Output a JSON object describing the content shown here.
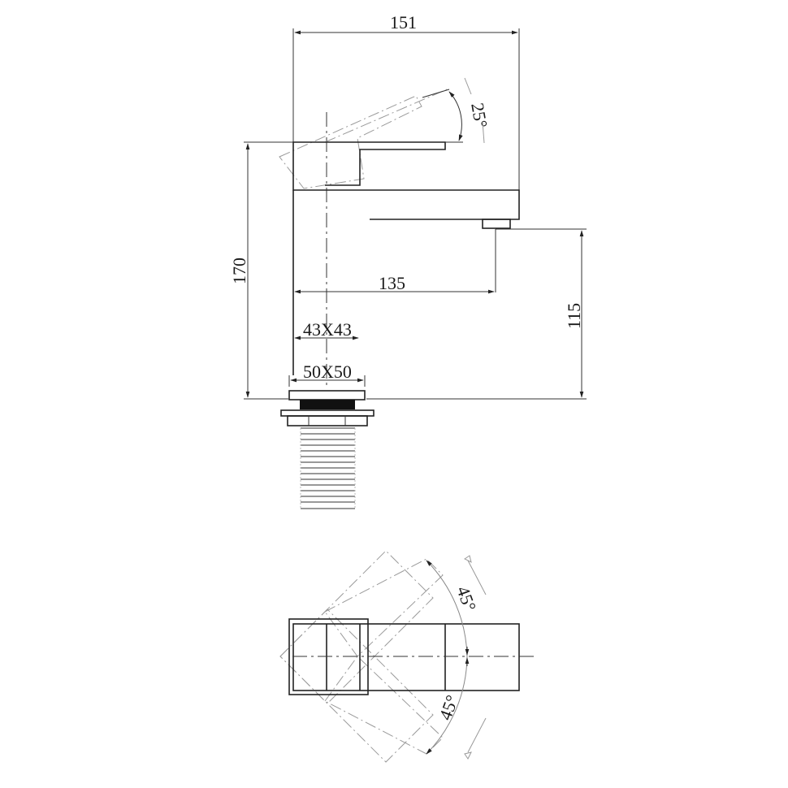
{
  "drawing": {
    "subject": "Basin mixer tap technical drawing",
    "views": [
      "side-elevation",
      "plan-view"
    ]
  },
  "side_view": {
    "dimensions": {
      "overall_width": "151",
      "overall_height": "170",
      "spout_reach": "135",
      "spout_height": "115",
      "body_section": "43X43",
      "base_section": "50X50",
      "handle_tilt": "25°"
    }
  },
  "plan_view": {
    "dimensions": {
      "rotation_left": "45°",
      "rotation_right": "45°"
    }
  },
  "colors": {
    "line": "#222222",
    "ghost_line": "#9a9a9a",
    "background": "#ffffff"
  }
}
